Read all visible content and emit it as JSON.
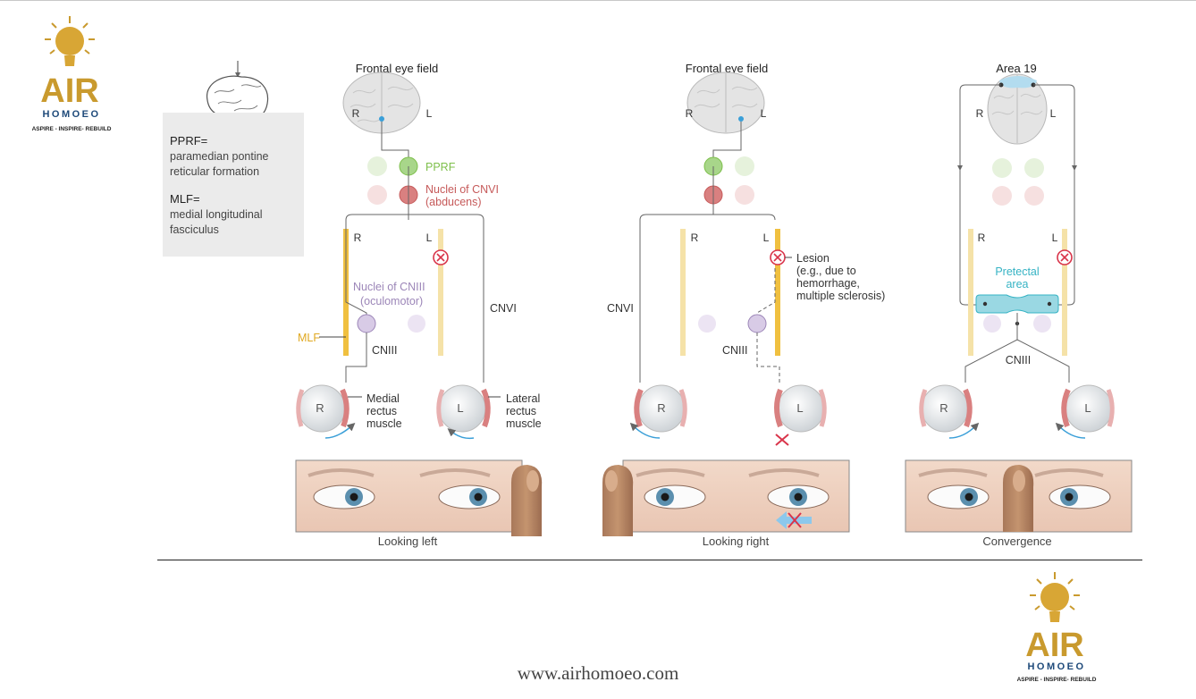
{
  "logo": {
    "brand": "AIR",
    "sub": "HOMOEO",
    "tagline": "ASPIRE - INSPIRE- REBUILD",
    "color": "#c99a2e"
  },
  "legend": {
    "pprf_title": "PPRF=",
    "pprf_text": "paramedian pontine reticular formation",
    "mlf_title": "MLF=",
    "mlf_text": "medial longitudinal fasciculus"
  },
  "panels": [
    {
      "top_label": "Frontal eye field",
      "pprf": "PPRF",
      "cnvi_nuclei_1": "Nuclei of CNVI",
      "cnvi_nuclei_2": "(abducens)",
      "r": "R",
      "l": "L",
      "cniii_nuclei_1": "Nuclei of CNIII",
      "cniii_nuclei_2": "(oculomotor)",
      "cnvi": "CNVI",
      "mlf": "MLF",
      "cniii": "CNIII",
      "medial_1": "Medial",
      "medial_2": "rectus",
      "medial_3": "muscle",
      "lateral_1": "Lateral",
      "lateral_2": "rectus",
      "lateral_3": "muscle",
      "eye_r": "R",
      "eye_l": "L",
      "caption": "Looking left"
    },
    {
      "top_label": "Frontal eye field",
      "r": "R",
      "l": "L",
      "cnvi": "CNVI",
      "cniii": "CNIII",
      "lesion_1": "Lesion",
      "lesion_2": "(e.g., due to",
      "lesion_3": "hemorrhage,",
      "lesion_4": "multiple sclerosis)",
      "eye_r": "R",
      "eye_l": "L",
      "caption": "Looking right"
    },
    {
      "top_label": "Area 19",
      "r": "R",
      "l": "L",
      "pretectal_1": "Pretectal",
      "pretectal_2": "area",
      "cniii": "CNIII",
      "eye_r": "R",
      "eye_l": "L",
      "caption": "Convergence"
    }
  ],
  "website": "www.airhomoeo.com",
  "colors": {
    "pprf": "#7dbf4a",
    "cnvi": "#c65a5a",
    "cniii": "#9c86b8",
    "mlf": "#e8b838",
    "pretectal": "#36b3c4",
    "lesion": "#d9344a",
    "arrow": "#3a9fd8"
  }
}
